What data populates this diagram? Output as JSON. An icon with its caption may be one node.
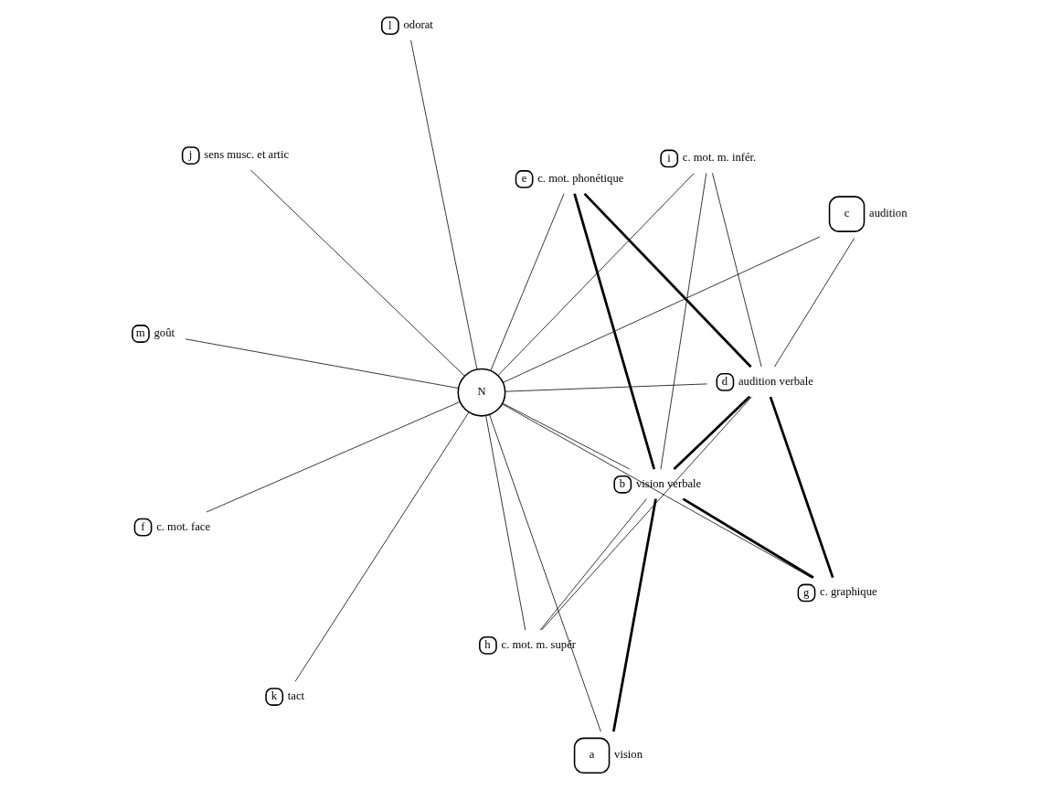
{
  "diagram": {
    "nodes": [
      {
        "text": [
          "m"
        ],
        "beside": [
          "goût"
        ]
      },
      {
        "text": [
          "l"
        ],
        "beside": [
          "odorat"
        ]
      },
      {
        "text": [
          "k"
        ],
        "beside": [
          "tact"
        ]
      },
      {
        "text": [
          "j"
        ],
        "beside": [
          "sens musc. et artic"
        ]
      },
      {
        "text": [
          "N"
        ]
      },
      {
        "text": [
          "i"
        ],
        "beside": [
          "c. mot. m. infér."
        ]
      },
      {
        "text": [
          "h"
        ],
        "beside": [
          "c. mot. m. supér"
        ]
      },
      {
        "text": [
          "g"
        ],
        "beside": [
          "c. graphique"
        ]
      },
      {
        "text": [
          "f"
        ],
        "beside": [
          "c. mot. face"
        ]
      },
      {
        "text": [
          "a"
        ],
        "beside": [
          "vision"
        ]
      },
      {
        "text": [
          "b"
        ],
        "beside": [
          "vision verbale"
        ]
      },
      {
        "text": [
          "e"
        ],
        "beside": [
          "c. mot. phonétique"
        ]
      },
      {
        "text": [
          "c"
        ],
        "beside": [
          "audition"
        ]
      },
      {
        "text": [
          "d"
        ],
        "beside": [
          "audition verbale"
        ]
      }
    ],
    "edges": [
      {
        "from": 4,
        "to": 0,
        "arrow": "none"
      },
      {
        "from": 4,
        "to": 1,
        "arrow": "none"
      },
      {
        "from": 4,
        "to": 2,
        "arrow": "none"
      },
      {
        "from": 4,
        "to": 3,
        "arrow": "none"
      },
      {
        "from": 4,
        "to": 5,
        "arrow": "none"
      },
      {
        "from": 4,
        "to": 6,
        "arrow": "none"
      },
      {
        "from": 4,
        "to": 7,
        "arrow": "none"
      },
      {
        "from": 4,
        "to": 8,
        "arrow": "none"
      },
      {
        "from": 4,
        "to": 11,
        "arrow": "none"
      },
      {
        "from": 4,
        "to": 9,
        "arrow": "none"
      },
      {
        "from": 4,
        "to": 10,
        "arrow": "none"
      },
      {
        "from": 4,
        "to": 12,
        "arrow": "none"
      },
      {
        "from": 4,
        "to": 13,
        "arrow": "none"
      },
      {
        "from": 9,
        "to": 10,
        "arrow": "none",
        "style": "thick"
      },
      {
        "from": 10,
        "to": 5,
        "arrow": "none"
      },
      {
        "from": 10,
        "to": 6,
        "arrow": "none"
      },
      {
        "from": 10,
        "to": 7,
        "arrow": "none",
        "style": "thick"
      },
      {
        "from": 10,
        "to": 11,
        "arrow": "none",
        "style": "thick"
      },
      {
        "from": 10,
        "to": 13,
        "arrow": "none",
        "style": "thick"
      },
      {
        "from": 13,
        "to": 5,
        "arrow": "none"
      },
      {
        "from": 13,
        "to": 6,
        "arrow": "none"
      },
      {
        "from": 13,
        "to": 7,
        "arrow": "none",
        "style": "thick"
      },
      {
        "from": 13,
        "to": 11,
        "arrow": "none",
        "style": "thick"
      },
      {
        "from": 12,
        "to": 13,
        "arrow": "none"
      }
    ]
  }
}
